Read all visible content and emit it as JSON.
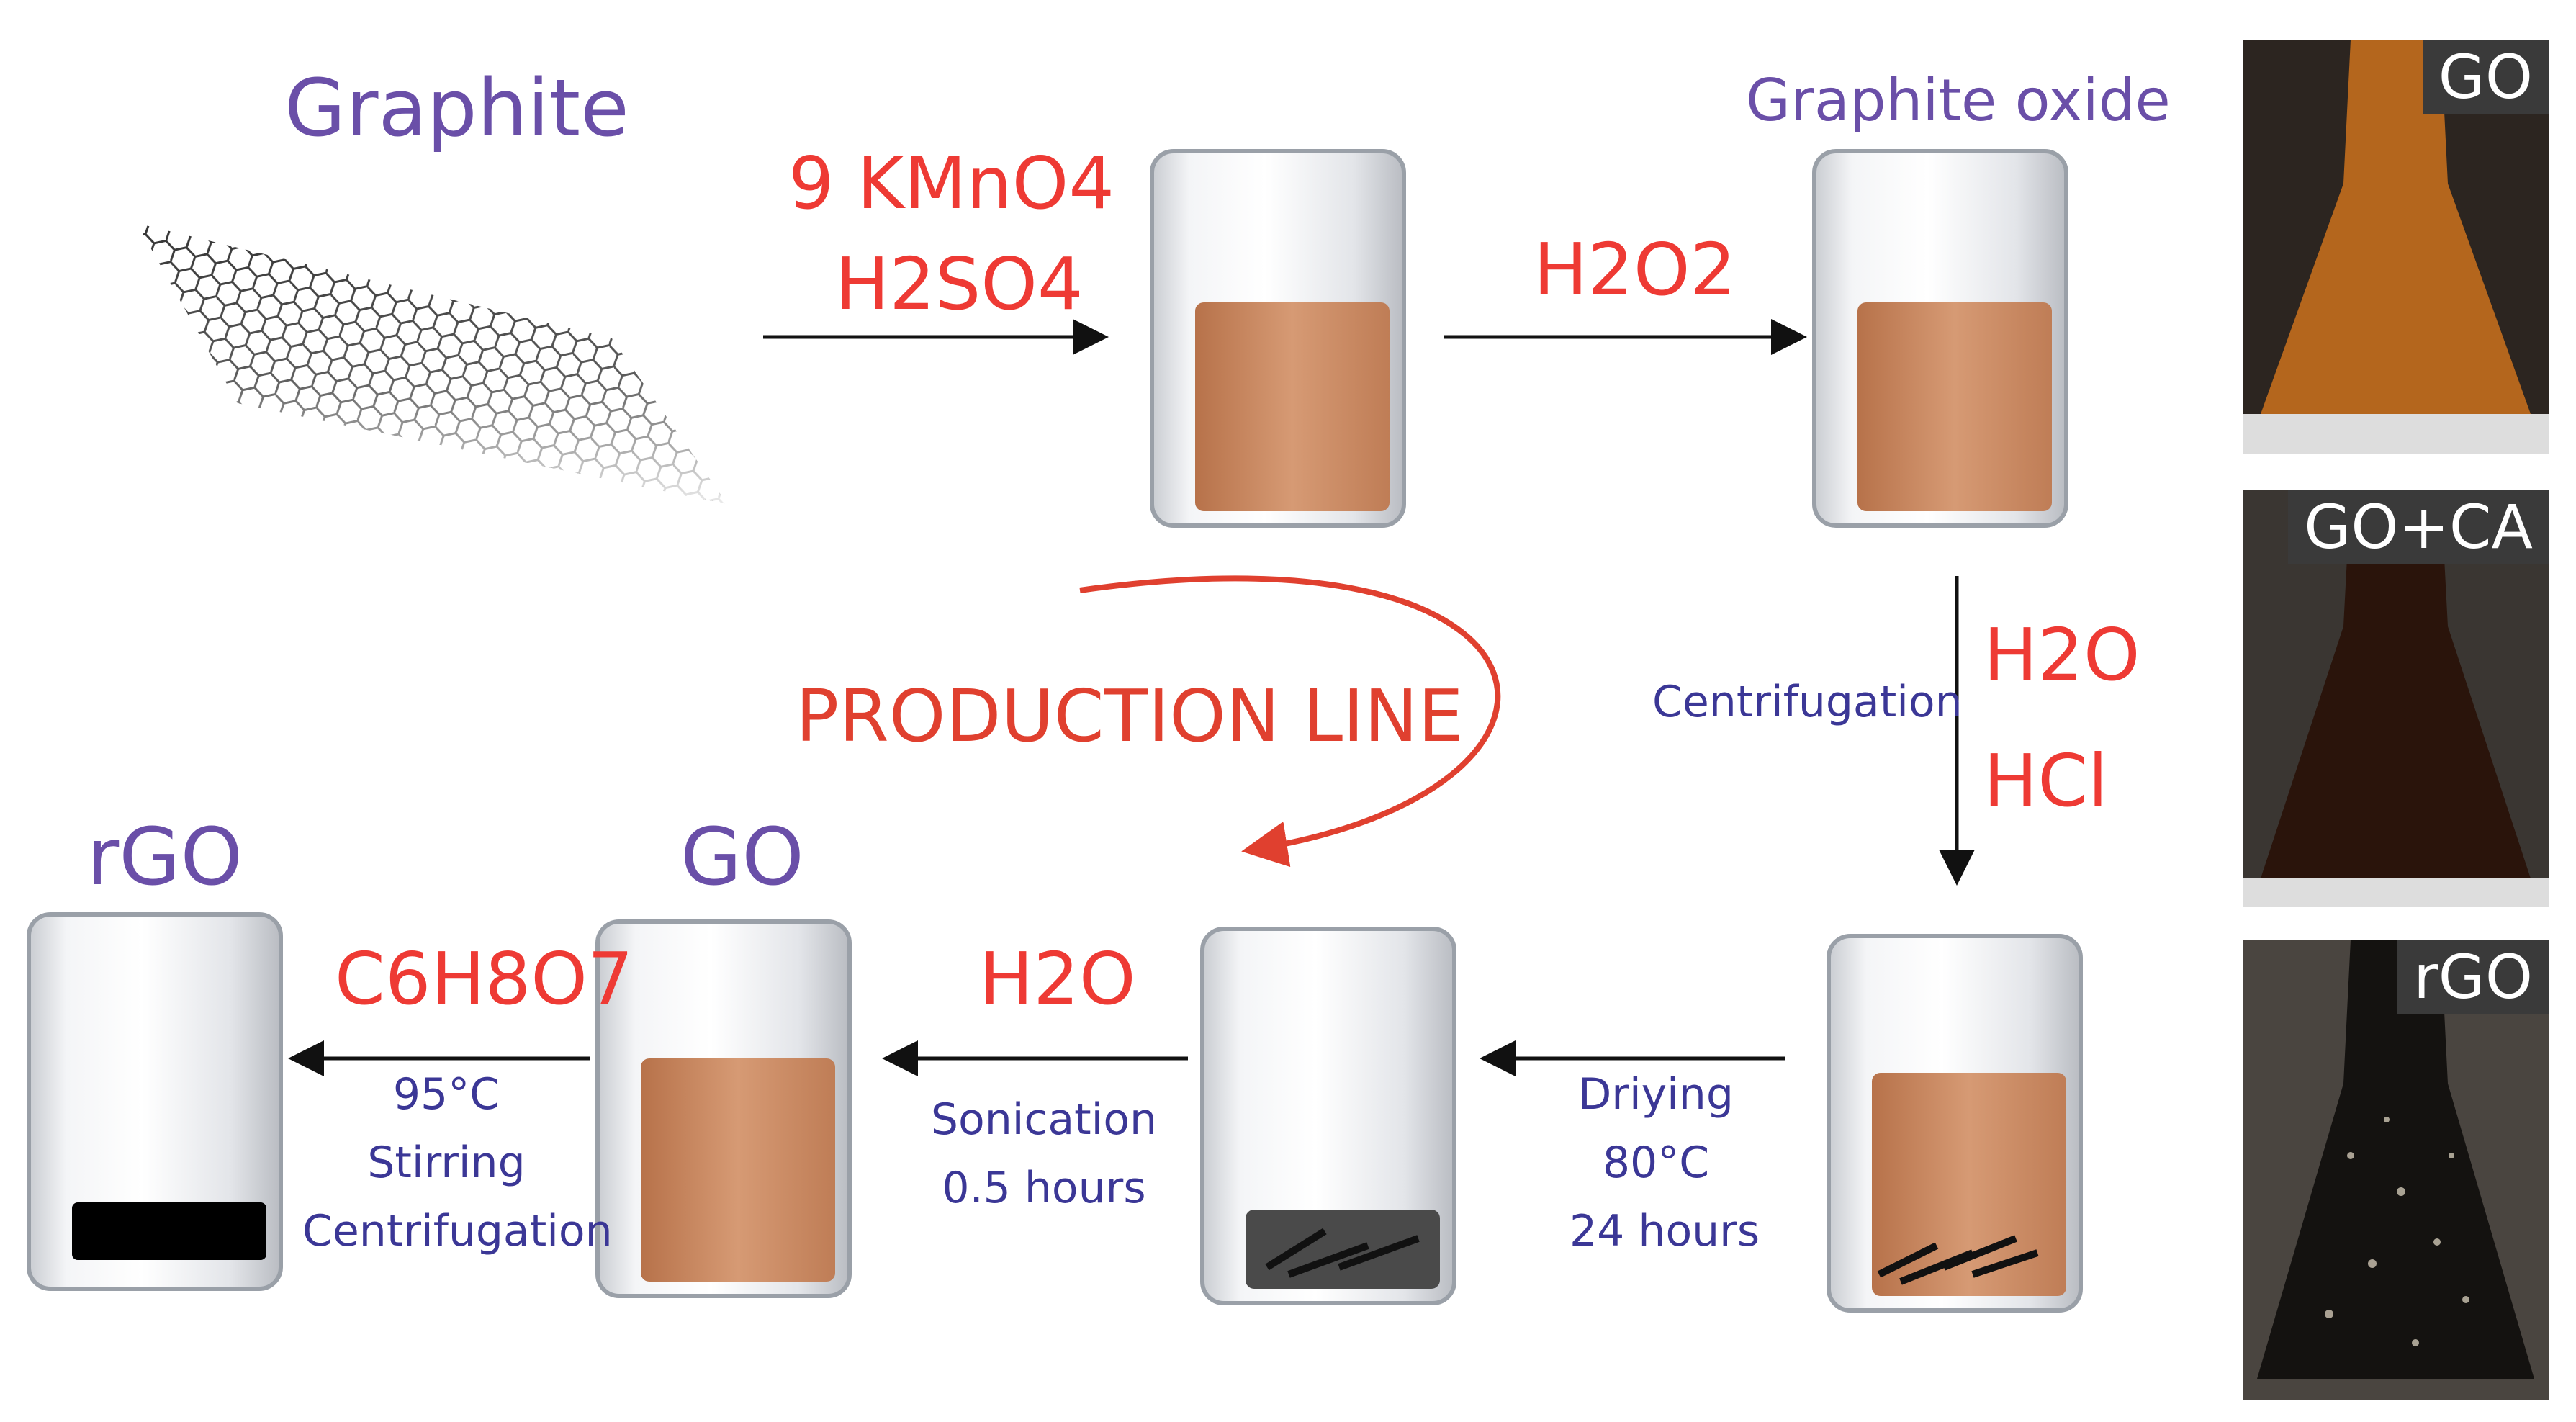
{
  "labels": {
    "graphite": "Graphite",
    "graphite_oxide": "Graphite oxide",
    "go": "GO",
    "rgo": "rGO",
    "production_line": "PRODUCTION LINE"
  },
  "reagents": {
    "step1_line1": "9 KMnO4",
    "step1_line2": "H2SO4",
    "step2": "H2O2",
    "step3_line1": "H2O",
    "step3_line2": "HCl",
    "step5": "H2O",
    "step6": "C6H8O7"
  },
  "conditions": {
    "centrifugation": "Centrifugation",
    "drying": [
      "Driying",
      "80°C",
      "24 hours"
    ],
    "sonication": [
      "Sonication",
      "0.5 hours"
    ],
    "reduction": [
      "95°C",
      "Stirring",
      "Centrifugation"
    ]
  },
  "photos": [
    {
      "tag": "GO",
      "liquid_color": "#b4661d"
    },
    {
      "tag": "GO+CA",
      "liquid_color": "#2a140b"
    },
    {
      "tag": "rGO",
      "liquid_color": "#141210"
    }
  ],
  "colors": {
    "title": "#6a4fa8",
    "reagent": "#ee3a34",
    "note": "#3b3796",
    "liquid": "#c98a62",
    "arrow_curve": "#e0402f"
  }
}
